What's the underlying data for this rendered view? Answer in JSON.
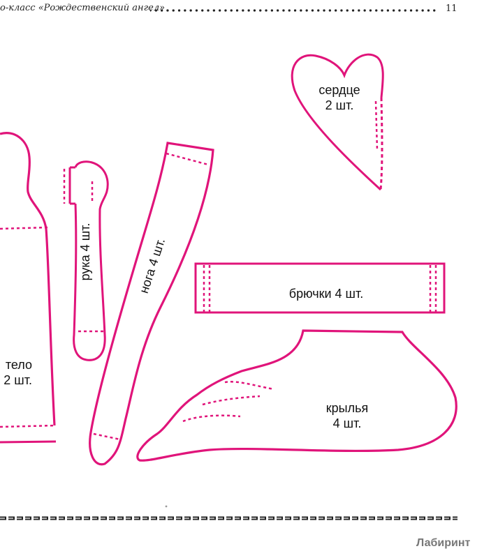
{
  "header": {
    "title": "о-класс «Рождественский ангел»",
    "page_number": "11"
  },
  "patterns": {
    "heart": {
      "line1": "сердце",
      "line2": "2 шт."
    },
    "arm": {
      "label": "рука 4 шт."
    },
    "leg": {
      "label": "нога 4 шт."
    },
    "pants": {
      "label": "брючки 4 шт."
    },
    "wings": {
      "line1": "крылья",
      "line2": "4 шт."
    },
    "body": {
      "line1": "тело",
      "line2": "2 шт."
    }
  },
  "footer": {
    "watermark": "Лабиринт"
  },
  "colors": {
    "outline": "#e0147a",
    "text": "#111111",
    "rule": "#222222"
  }
}
